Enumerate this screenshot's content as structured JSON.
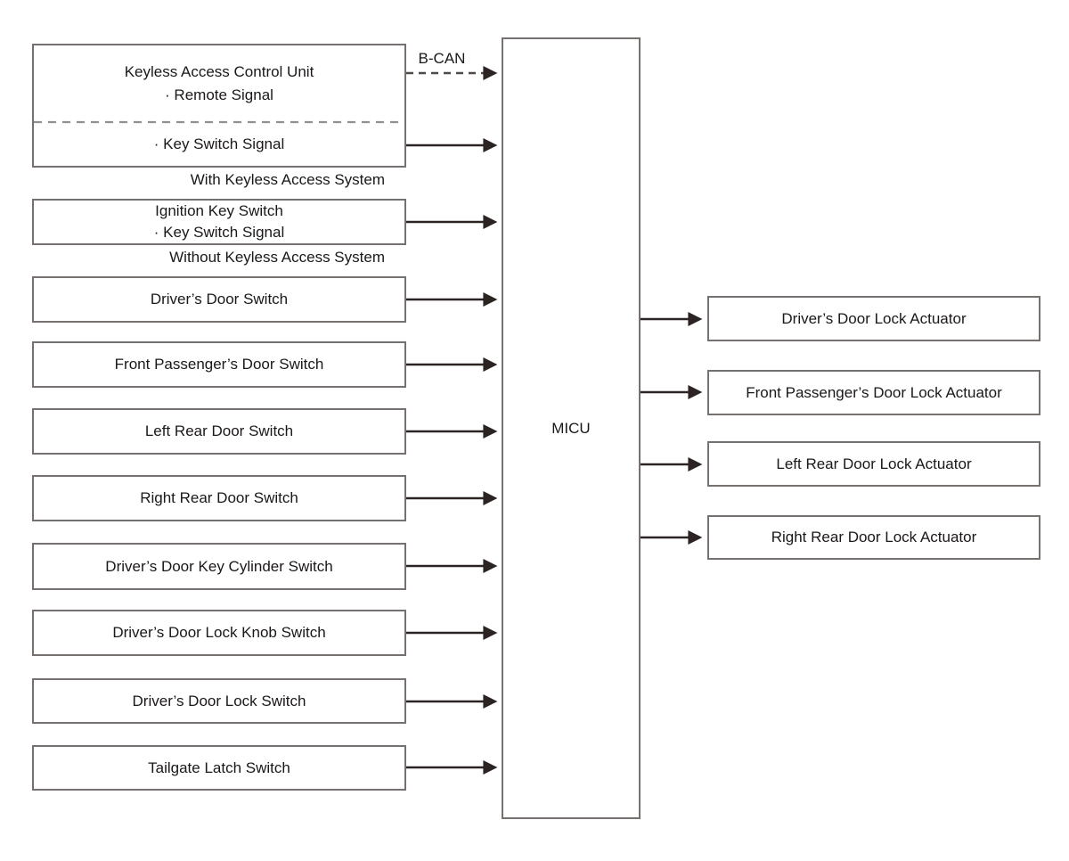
{
  "diagram": {
    "bcan_label": "B-CAN",
    "micu_label": "MICU",
    "keyless": {
      "title": "Keyless Access Control Unit",
      "remote_signal": "· Remote Signal",
      "key_switch_signal": "· Key Switch Signal",
      "caption": "With Keyless Access System"
    },
    "ignition": {
      "title": "Ignition Key Switch",
      "key_switch_signal": "· Key Switch Signal",
      "caption": "Without Keyless Access System"
    },
    "switches": [
      "Driver’s Door Switch",
      "Front Passenger’s Door Switch",
      "Left Rear Door Switch",
      "Right Rear Door Switch",
      "Driver’s Door Key Cylinder Switch",
      "Driver’s Door Lock Knob Switch",
      "Driver’s Door Lock Switch",
      "Tailgate Latch Switch"
    ],
    "actuators": [
      "Driver’s Door Lock Actuator",
      "Front Passenger’s Door Lock Actuator",
      "Left Rear Door Lock Actuator",
      "Right Rear Door Lock Actuator"
    ],
    "colors": {
      "background": "#ffffff",
      "box_border": "#76716f",
      "arrow": "#2b2422",
      "bus_dash": "#4f4a47",
      "divider": "#8f8f8f",
      "text": "#1b1817"
    }
  }
}
